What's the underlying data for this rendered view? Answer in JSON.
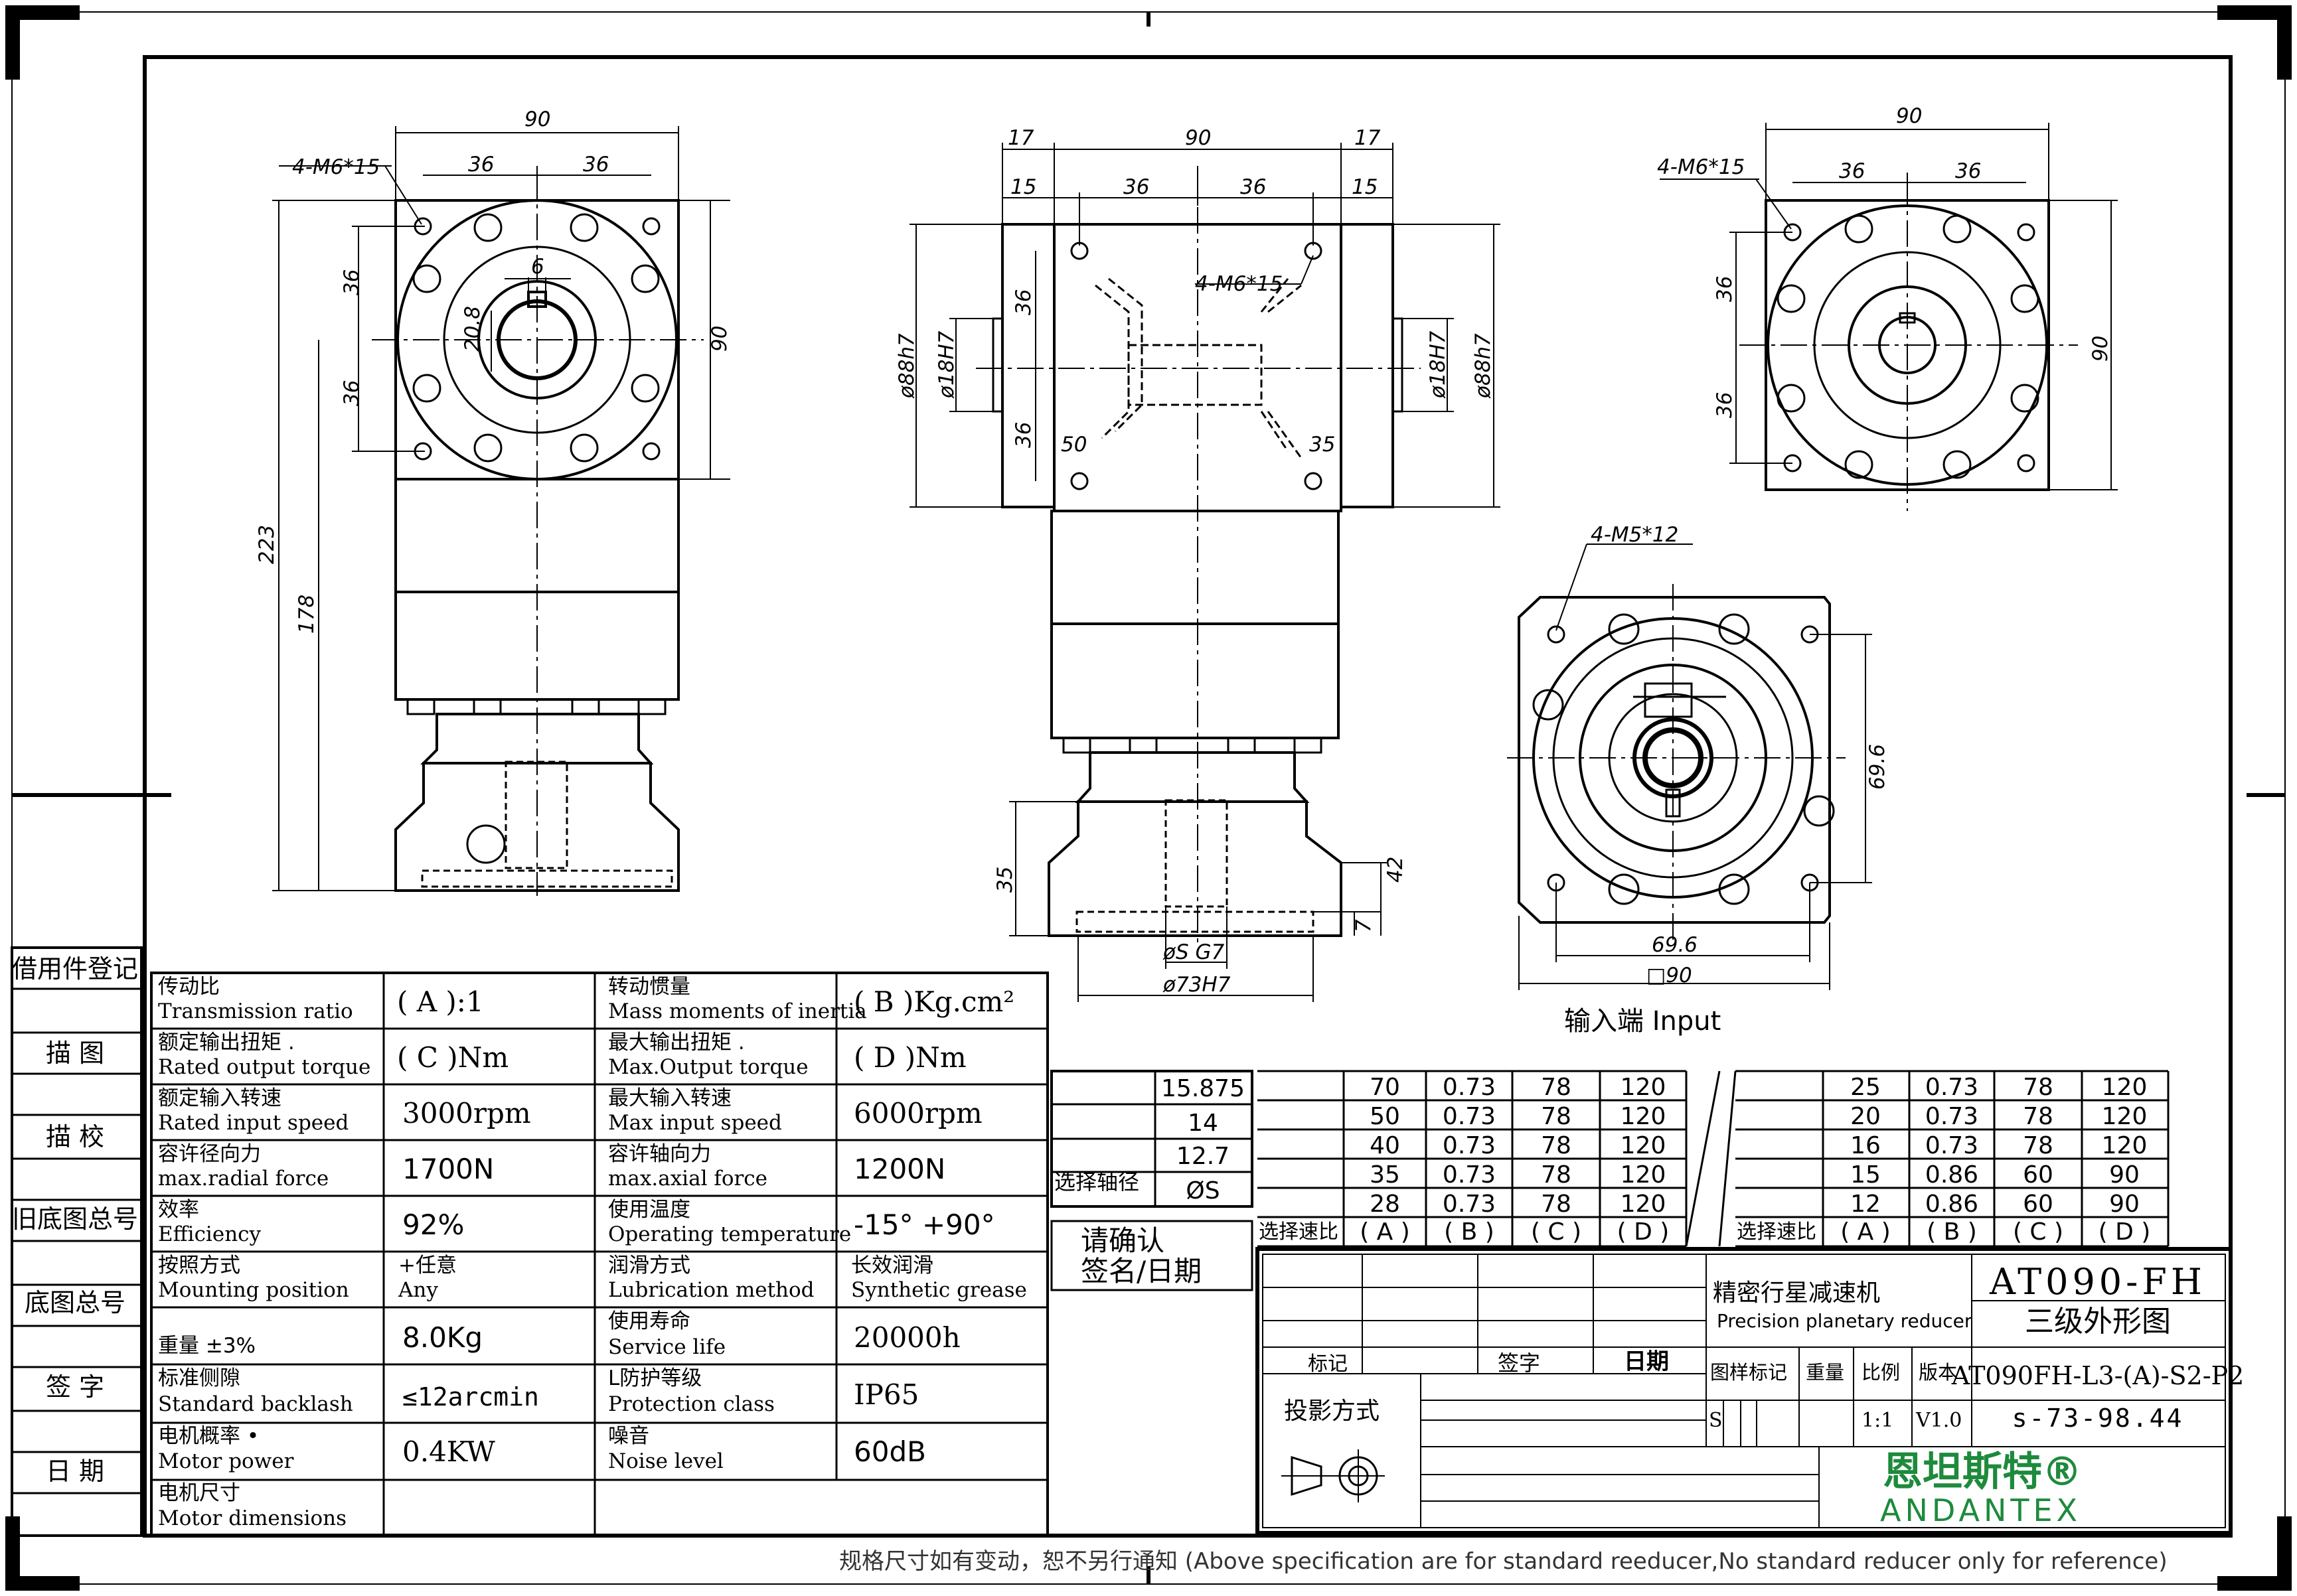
{
  "side_labels": {
    "borrow": "借用件登记",
    "draw": "描 图",
    "trace": "描 校",
    "old_no": "旧底图总号",
    "base_no": "底图总号",
    "sign": "签 字",
    "date": "日 期"
  },
  "dims": {
    "left": {
      "overall_w": "90",
      "h1": "36",
      "h2": "36",
      "holes": "4-M6*15",
      "key": "6",
      "keyh": "20.8",
      "v1": "36",
      "v2": "36",
      "side": "90",
      "total": "223",
      "body": "178"
    },
    "center": {
      "t17a": "17",
      "t90": "90",
      "t17b": "17",
      "t15a": "15",
      "t36a": "36",
      "t36b": "36",
      "t15b": "15",
      "holes": "4-M6*15",
      "d88a": "ø88h7",
      "d18a": "ø18H7",
      "d18b": "ø18H7",
      "d88b": "ø88h7",
      "v36a": "36",
      "v36b": "36",
      "n50": "50",
      "n35": "35",
      "b35": "35",
      "b42": "42",
      "b7": "7",
      "ds": "øS G7",
      "d73": "ø73H7"
    },
    "right": {
      "overall_w": "90",
      "h1": "36",
      "h2": "36",
      "holes": "4-M6*15",
      "v1": "36",
      "v2": "36",
      "side": "90"
    },
    "input": {
      "holes": "4-M5*12",
      "pcd_v": "69.6",
      "pcd_h": "69.6",
      "sq": "□90",
      "caption": "输入端 Input"
    }
  },
  "spec": {
    "rows": [
      {
        "zh1": "传动比",
        "en1": "Transmission ratio",
        "v1": "( A ):1",
        "zh2": "转动惯量",
        "en2": "Mass moments of inertia",
        "v2": "( B )Kg.cm²"
      },
      {
        "zh1": "额定输出扭矩 .",
        "en1": "Rated output torque",
        "v1": "( C )Nm",
        "zh2": "最大输出扭矩 .",
        "en2": "Max.Output torque",
        "v2": "( D )Nm"
      },
      {
        "zh1": "额定输入转速",
        "en1": "Rated input speed",
        "v1": "3000rpm",
        "zh2": "最大输入转速",
        "en2": "Max input speed",
        "v2": "6000rpm"
      },
      {
        "zh1": "容许径向力",
        "en1": "max.radial force",
        "v1": "1700N",
        "zh2": "容许轴向力",
        "en2": "max.axial force",
        "v2": "1200N"
      },
      {
        "zh1": "效率",
        "en1": "Efficiency",
        "v1": "92%",
        "zh2": "使用温度",
        "en2": "Operating temperature",
        "v2": "-15° +90°"
      },
      {
        "zh1": "按照方式",
        "en1": "Mounting position",
        "v1": "+任意\nAny",
        "zh2": "润滑方式",
        "en2": "Lubrication method",
        "v2": "长效润滑\nSynthetic grease"
      },
      {
        "zh1": "重量 ±3%",
        "en1": "",
        "v1": "8.0Kg",
        "zh2": "使用寿命",
        "en2": "Service life",
        "v2": "20000h"
      },
      {
        "zh1": "标准侧隙",
        "en1": "Standard backlash",
        "v1": "≤12arcmin",
        "zh2": "L防护等级",
        "en2": "Protection class",
        "v2": "IP65"
      },
      {
        "zh1": "电机概率 •",
        "en1": "Motor power",
        "v1": "0.4KW",
        "zh2": "噪音",
        "en2": "Noise level",
        "v2": "60dB"
      },
      {
        "zh1": "电机尺寸",
        "en1": "Motor dimensions",
        "v1": "",
        "zh2": "",
        "en2": "",
        "v2": ""
      }
    ]
  },
  "shaft": {
    "values": [
      "15.875",
      "14",
      "12.7",
      "ØS"
    ],
    "label": "选择轴径"
  },
  "ratio_left": {
    "label": "选择速比",
    "header": [
      "( A )",
      "( B )",
      "( C )",
      "( D )"
    ],
    "rows": [
      [
        "70",
        "0.73",
        "78",
        "120"
      ],
      [
        "50",
        "0.73",
        "78",
        "120"
      ],
      [
        "40",
        "0.73",
        "78",
        "120"
      ],
      [
        "35",
        "0.73",
        "78",
        "120"
      ],
      [
        "28",
        "0.73",
        "78",
        "120"
      ]
    ]
  },
  "ratio_right": {
    "label": "选择速比",
    "header": [
      "( A )",
      "( B )",
      "( C )",
      "( D )"
    ],
    "rows": [
      [
        "25",
        "0.73",
        "78",
        "120"
      ],
      [
        "20",
        "0.73",
        "78",
        "120"
      ],
      [
        "16",
        "0.73",
        "78",
        "120"
      ],
      [
        "15",
        "0.86",
        "60",
        "90"
      ],
      [
        "12",
        "0.86",
        "60",
        "90"
      ]
    ]
  },
  "confirm": {
    "line1": "请确认",
    "line2": "签名/日期"
  },
  "title_block": {
    "product_zh": "精密行星减速机",
    "product_en": "Precision planetary reducer",
    "model": "AT090-FH",
    "drawing_title": "三级外形图",
    "mark": "标记",
    "signature": "签字",
    "date": "日期",
    "projection": "投影方式",
    "pattern_mark": "图样标记",
    "weight": "重量",
    "scale": "比例",
    "version": "版本",
    "s": "S",
    "scale_val": "1:1",
    "version_val": "V1.0",
    "drawing_no": "AT090FH-L3-(A)-S2-P2",
    "code": "s-73-98.44",
    "brand_zh": "恩坦斯特®",
    "brand_en": "ANDANTEX"
  },
  "footer": "规格尺寸如有变动，恕不另行通知  (Above specification are for standard reeducer,No standard reducer only for reference)"
}
